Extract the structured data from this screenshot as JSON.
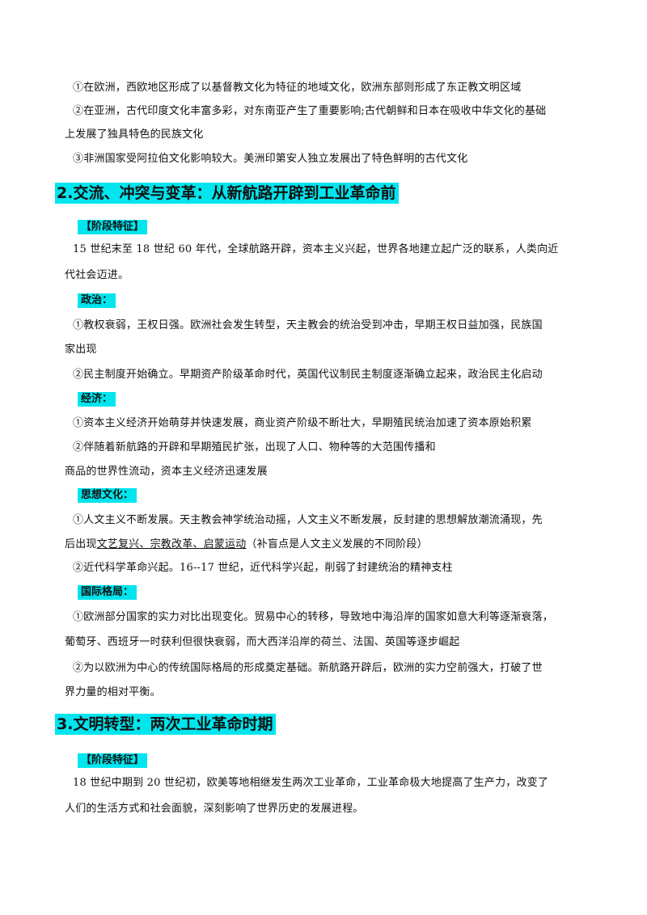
{
  "section1": {
    "lines": [
      "①在欧洲，西欧地区形成了以基督教文化为特征的地域文化，欧洲东部则形成了东正教文明区域",
      "②在亚洲，古代印度文化丰富多彩，对东南亚产生了重要影响;古代朝鲜和日本在吸收中华文化的基础",
      "上发展了独具特色的民族文化",
      "③非洲国家受阿拉伯文化影响较大。美洲印第安人独立发展出了特色鲜明的古代文化"
    ]
  },
  "section2": {
    "heading": "2.交流、冲突与变革：从新航路开辟到工业革命前",
    "stage_tag": "【阶段特征】",
    "stage_lines": [
      "15 世纪末至 18  世纪 60 年代，全球航路开辟，资本主义兴起，世界各地建立起广泛的联系，人类向近",
      "代社会迈进。"
    ],
    "politics": {
      "tag": "政治：",
      "lines": [
        "①教权衰弱，王权日强。欧洲社会发生转型，天主教会的统治受到冲击，早期王权日益加强，民族国",
        "家出现",
        "②民主制度开始确立。早期资产阶级革命时代，英国代议制民主制度逐渐确立起来，政治民主化启动"
      ]
    },
    "economy": {
      "tag": "经济：",
      "lines": [
        "①资本主义经济开始萌芽并快速发展，商业资产阶级不断壮大，早期殖民统治加速了资本原始积累",
        "②伴随着新航路的开辟和早期殖民扩张，出现了人口、物种等的大范围传播和",
        "商品的世界性流动，资本主义经济迅速发展"
      ]
    },
    "thought": {
      "tag": "思想文化：",
      "line1": "①人文主义不断发展。天主教会神学统治动摇，人文主义不断发展，反封建的思想解放潮流涌现，先",
      "line2_prefix": "后出现",
      "line2_underlined": "文艺复兴、宗教改革、启蒙运动",
      "line2_suffix": "（补盲点是人文主义发展的不同阶段）",
      "line3": "②近代科学革命兴起。16--17 世纪，近代科学兴起，削弱了封建统治的精神支柱"
    },
    "international": {
      "tag": "国际格局：",
      "lines": [
        "①欧洲部分国家的实力对比出现变化。贸易中心的转移，导致地中海沿岸的国家如意大利等逐渐衰落，",
        "葡萄牙、西班牙一时获利但很快衰弱，而大西洋沿岸的荷兰、法国、英国等逐步崛起",
        "②为以欧洲为中心的传统国际格局的形成奠定基础。新航路开辟后，欧洲的实力空前强大，打破了世",
        "界力量的相对平衡。"
      ]
    }
  },
  "section3": {
    "heading": "3.文明转型：两次工业革命时期",
    "stage_tag": "【阶段特征】",
    "stage_lines": [
      "18  世纪中期到 20 世纪初，欧美等地相继发生两次工业革命，工业革命极大地提高了生产力，改变了",
      "人们的生活方式和社会面貌，深刻影响了世界历史的发展进程。"
    ]
  }
}
